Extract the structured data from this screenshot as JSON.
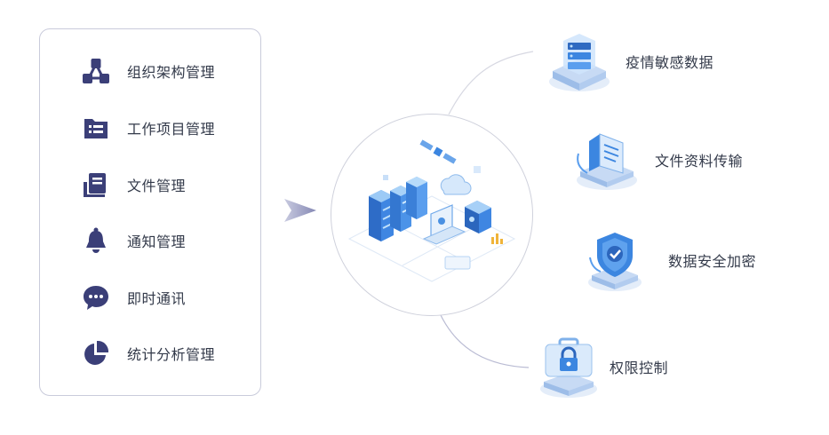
{
  "colors": {
    "icon_navy": "#3b3f78",
    "accent_blue": "#3c86e0",
    "light_blue": "#bfe0fb"
  },
  "menu": [
    {
      "label": "组织架构管理",
      "icon": "org-chart-icon"
    },
    {
      "label": "工作项目管理",
      "icon": "folder-list-icon"
    },
    {
      "label": "文件管理",
      "icon": "document-icon"
    },
    {
      "label": "通知管理",
      "icon": "bell-icon"
    },
    {
      "label": "即时通讯",
      "icon": "chat-bubble-icon"
    },
    {
      "label": "统计分析管理",
      "icon": "pie-chart-icon"
    }
  ],
  "features": [
    {
      "label": "疫情敏感数据",
      "icon": "database-server-icon"
    },
    {
      "label": "文件资料传输",
      "icon": "file-transfer-icon"
    },
    {
      "label": "数据安全加密",
      "icon": "shield-check-icon"
    },
    {
      "label": "权限控制",
      "icon": "lock-briefcase-icon"
    }
  ]
}
